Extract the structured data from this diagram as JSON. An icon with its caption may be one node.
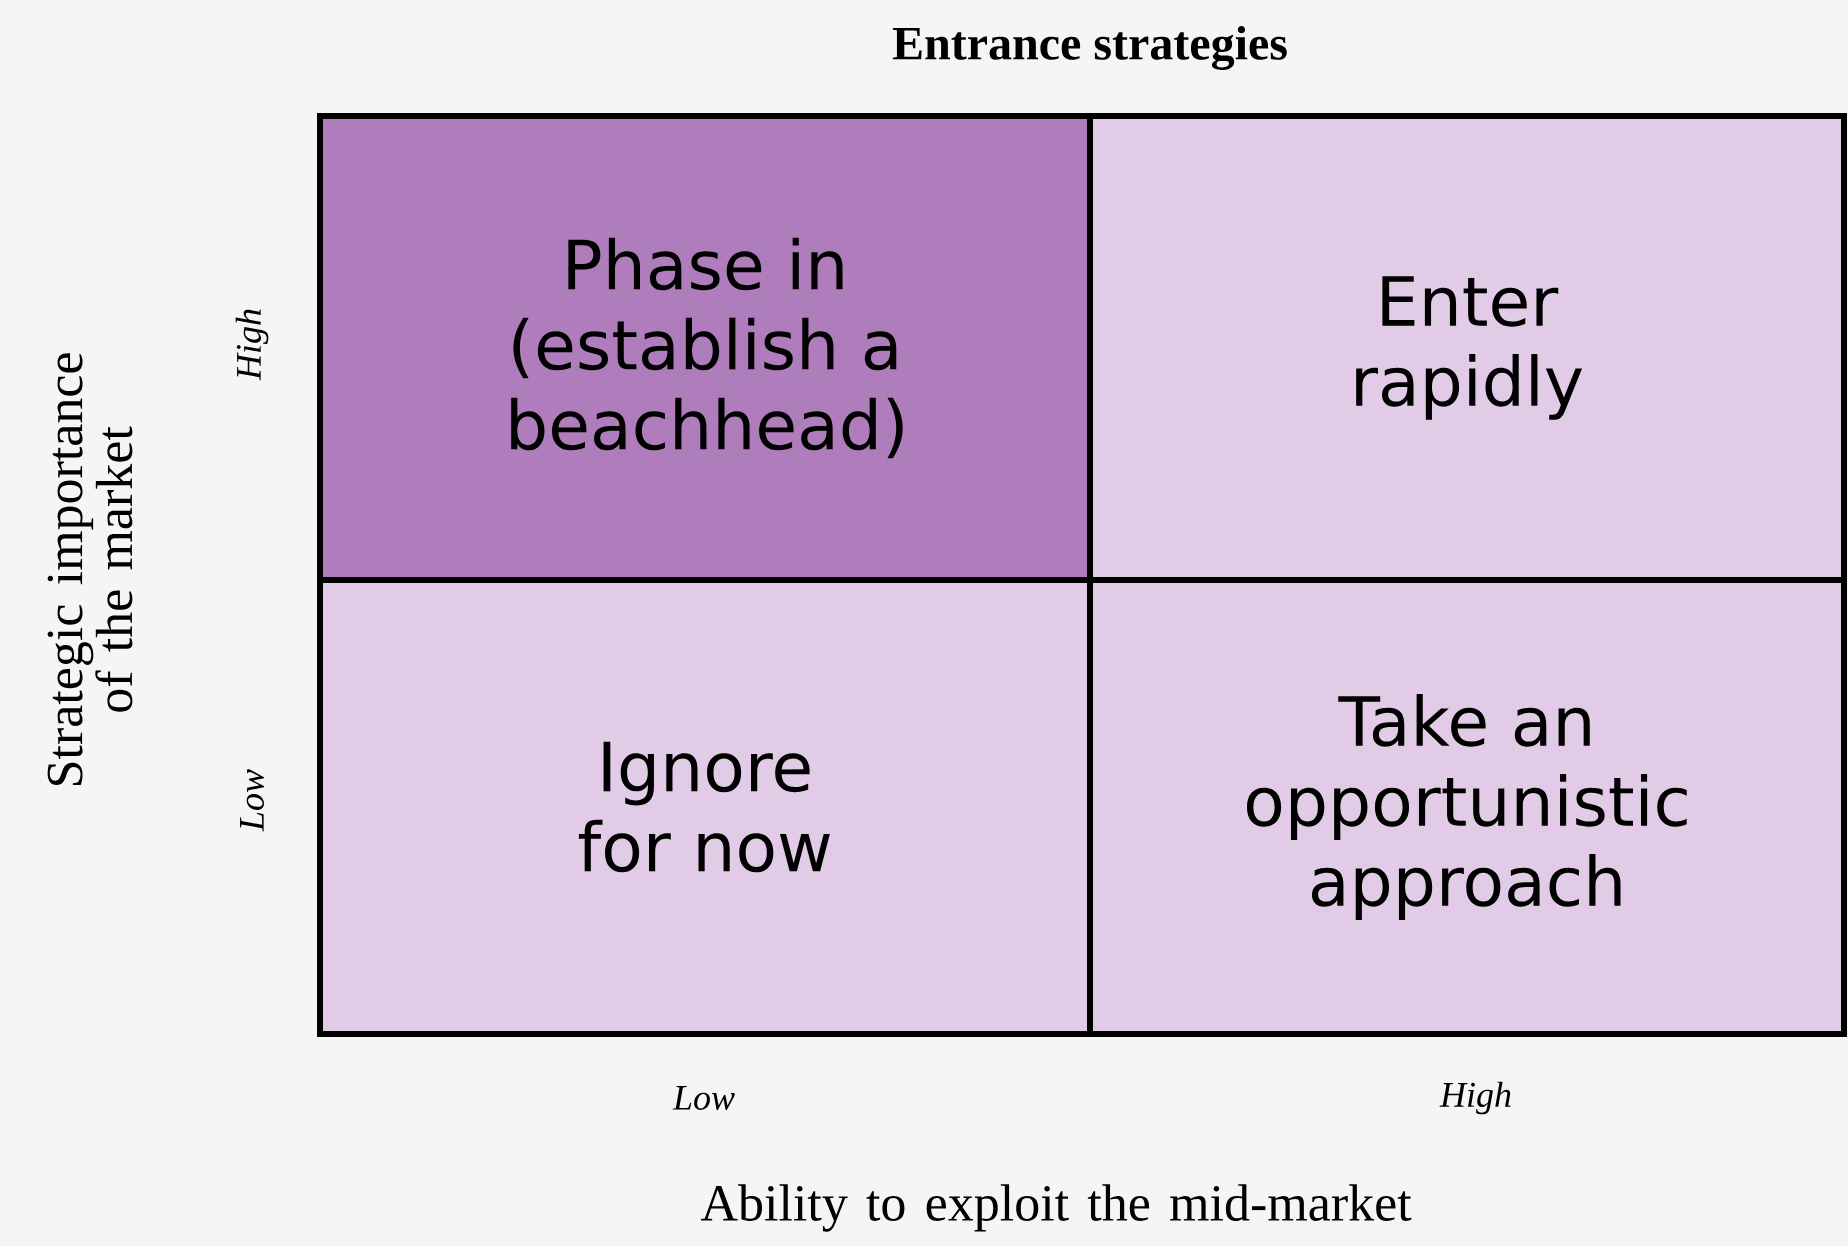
{
  "diagram": {
    "title": "Entrance strategies",
    "nodes": [
      {
        "text": [
          "Phase in (establish a beachhead)"
        ]
      },
      {
        "text": [
          "Enter rapidly"
        ]
      },
      {
        "text": [
          "Ignore for now"
        ]
      },
      {
        "text": [
          "Take an opportunistic approach"
        ]
      }
    ],
    "labels": [
      "Strategic importance of the market",
      "High",
      "Low",
      "Low",
      "High",
      "Ability to exploit the mid-market"
    ]
  }
}
